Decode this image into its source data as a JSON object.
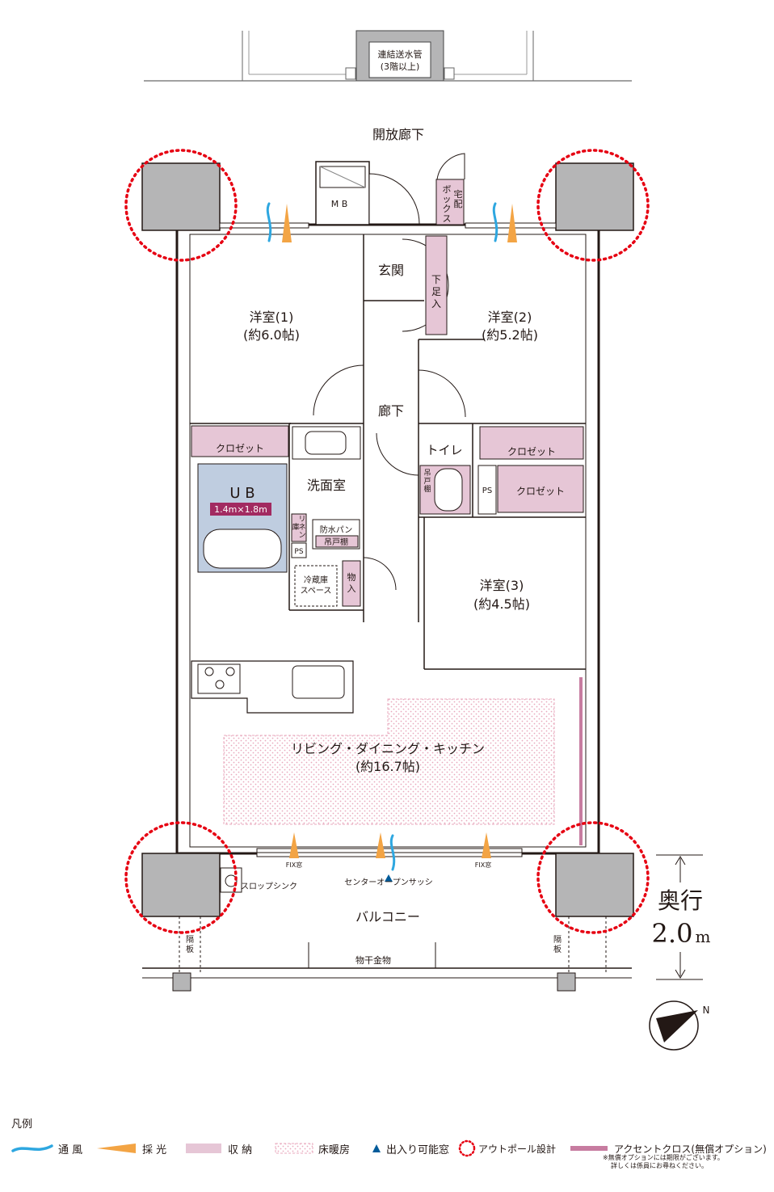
{
  "top": {
    "standpipe": [
      "連結送水管",
      "(3階以上)"
    ],
    "corridor": "開放廊下"
  },
  "rooms": {
    "mb": "M B",
    "delivery_box": [
      "宅",
      "配",
      "ボ",
      "ッ",
      "ク",
      "ス"
    ],
    "entrance": "玄関",
    "shoe_box": [
      "下",
      "足",
      "入"
    ],
    "room1": [
      "洋室(1)",
      "(約6.0帖)"
    ],
    "room2": [
      "洋室(2)",
      "(約5.2帖)"
    ],
    "hallway": "廊下",
    "closet_1": "クロゼット",
    "closet_2": "クロゼット",
    "closet_3": "クロゼット",
    "toilet": "トイレ",
    "toilet_shelf": [
      "吊",
      "戸",
      "棚"
    ],
    "ps_1": "PS",
    "ps_2": "PS",
    "ub": "U B",
    "ub_size": "1.4m×1.8m",
    "washroom": "洗面室",
    "linen": [
      "リ",
      "ネ",
      "ン",
      "庫"
    ],
    "waterproof_pan": [
      "防水パン",
      "吊戸棚"
    ],
    "fridge": [
      "冷蔵庫",
      "スペース"
    ],
    "storage": [
      "物",
      "入"
    ],
    "room3": [
      "洋室(3)",
      "(約4.5帖)"
    ],
    "ldk": [
      "リビング・ダイニング・キッチン",
      "(約16.7帖)"
    ]
  },
  "balcony": {
    "fix_window_left": "FIX窓",
    "fix_window_right": "FIX窓",
    "center_sash": "センターオープンサッシ",
    "slop_sink": "スロップシンク",
    "balcony": "バルコニー",
    "partition_left": [
      "隔",
      "板"
    ],
    "partition_right": [
      "隔",
      "板"
    ],
    "drying_hardware": "物干金物",
    "depth_label": "奥行",
    "depth_value": "2.0",
    "depth_unit": "m"
  },
  "compass": "N",
  "legend": {
    "title": "凡例",
    "items": [
      {
        "label": "通 風",
        "icon": "wind-wave",
        "color": "#2ea7e0"
      },
      {
        "label": "採 光",
        "icon": "light-wedge",
        "color": "#f3a444"
      },
      {
        "label": "収 納",
        "icon": "storage-box",
        "color": "#e6c6d6"
      },
      {
        "label": "床暖房",
        "icon": "floor-heating-hatch",
        "color": "#e89ab0"
      },
      {
        "label": "出入り可能窓",
        "icon": "triangle",
        "color": "#005b9a"
      },
      {
        "label": "アウトポール設計",
        "icon": "dotted-circle",
        "color": "#e60012"
      },
      {
        "label": "アクセントクロス(無償オプション)",
        "icon": "accent-bar",
        "color": "#c77ca0"
      }
    ],
    "note": [
      "※無償オプションには期限がございます。",
      "詳しくは係員にお尋ねください。"
    ]
  }
}
